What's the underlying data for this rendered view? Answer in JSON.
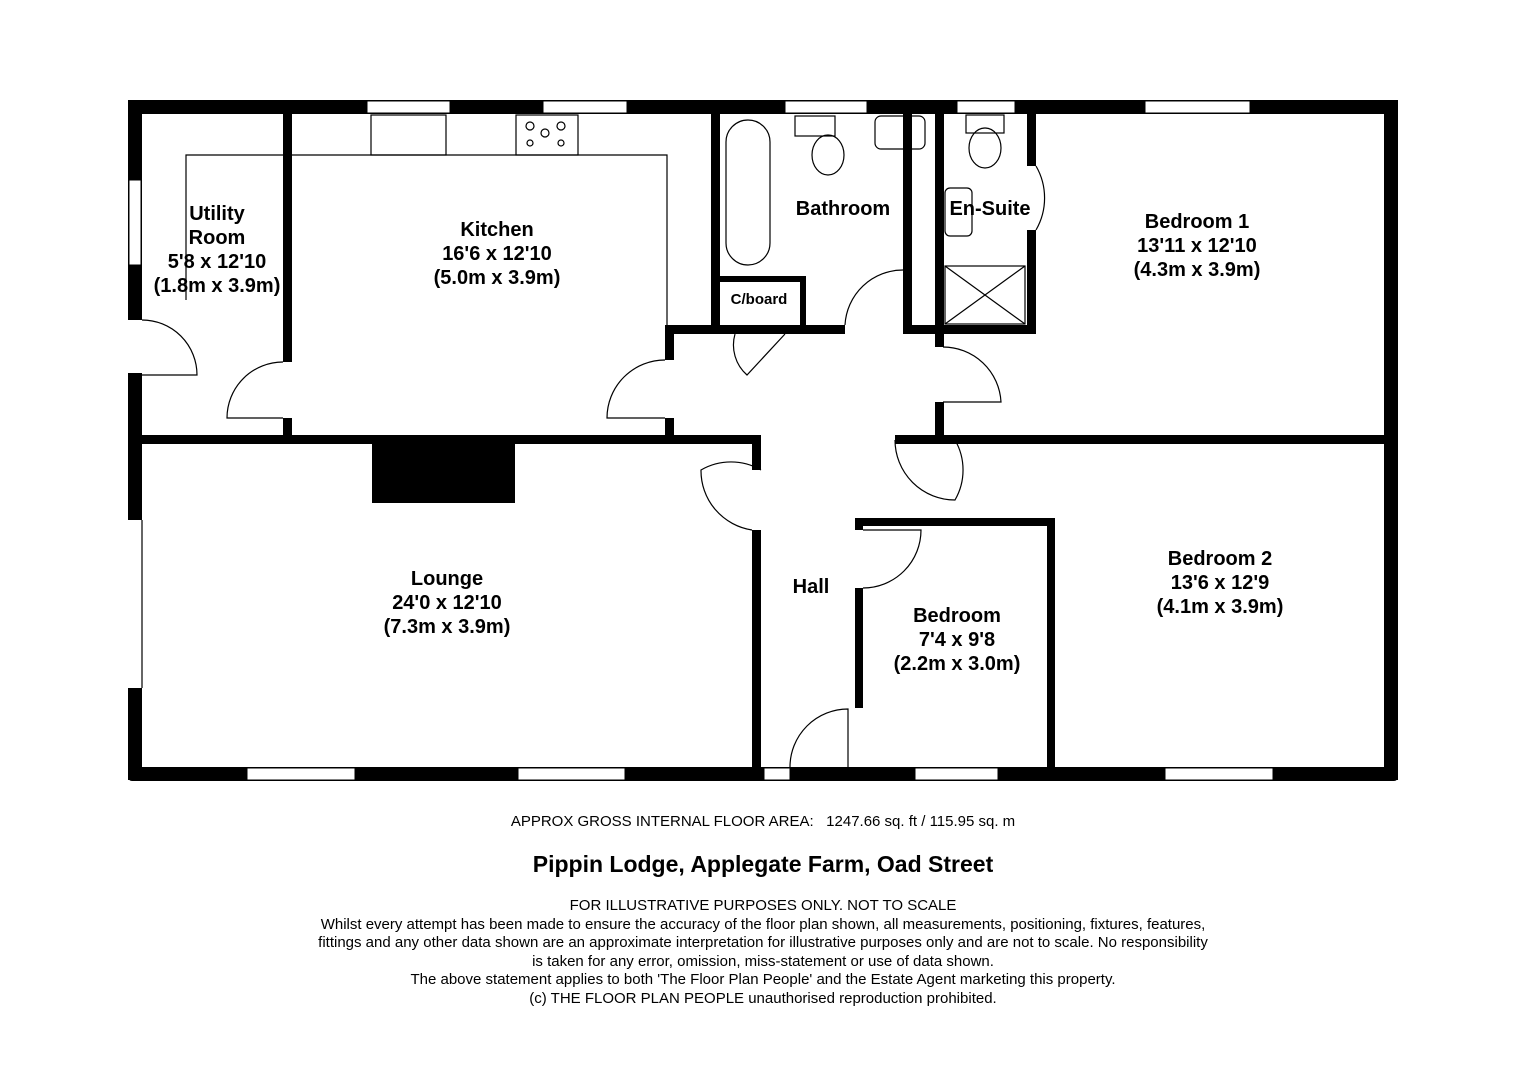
{
  "rooms": {
    "utility": {
      "name1": "Utility",
      "name2": "Room",
      "imperial": "5'8 x 12'10",
      "metric": "(1.8m x 3.9m)"
    },
    "kitchen": {
      "name": "Kitchen",
      "imperial": "16'6 x 12'10",
      "metric": "(5.0m x 3.9m)"
    },
    "bathroom": {
      "name": "Bathroom"
    },
    "cupboard": {
      "name": "C/board"
    },
    "ensuite": {
      "name": "En-Suite"
    },
    "bedroom1": {
      "name": "Bedroom 1",
      "imperial": "13'11 x 12'10",
      "metric": "(4.3m x 3.9m)"
    },
    "lounge": {
      "name": "Lounge",
      "imperial": "24'0 x 12'10",
      "metric": "(7.3m x 3.9m)"
    },
    "hall": {
      "name": "Hall"
    },
    "bedroom3": {
      "name": "Bedroom",
      "imperial": "7'4 x 9'8",
      "metric": "(2.2m x 3.0m)"
    },
    "bedroom2": {
      "name": "Bedroom 2",
      "imperial": "13'6 x 12'9",
      "metric": "(4.1m x 3.9m)"
    }
  },
  "footer": {
    "area": "APPROX GROSS INTERNAL FLOOR AREA:   1247.66 sq. ft / 115.95 sq. m",
    "address": "Pippin Lodge, Applegate Farm, Oad Street",
    "disclaimer_title": "FOR ILLUSTRATIVE PURPOSES ONLY.  NOT TO SCALE",
    "disclaimer_lines": [
      "Whilst every attempt has been made to ensure the accuracy of the floor plan shown, all measurements, positioning, fixtures, features,",
      "fittings and any other data shown are an approximate interpretation for illustrative purposes only and are not to scale.  No responsibility",
      "is taken for any error, omission, miss-statement or use of data shown.",
      "The above statement applies to both 'The Floor Plan People' and the Estate Agent marketing this property.",
      "(c) THE FLOOR PLAN PEOPLE unauthorised reproduction prohibited."
    ]
  }
}
